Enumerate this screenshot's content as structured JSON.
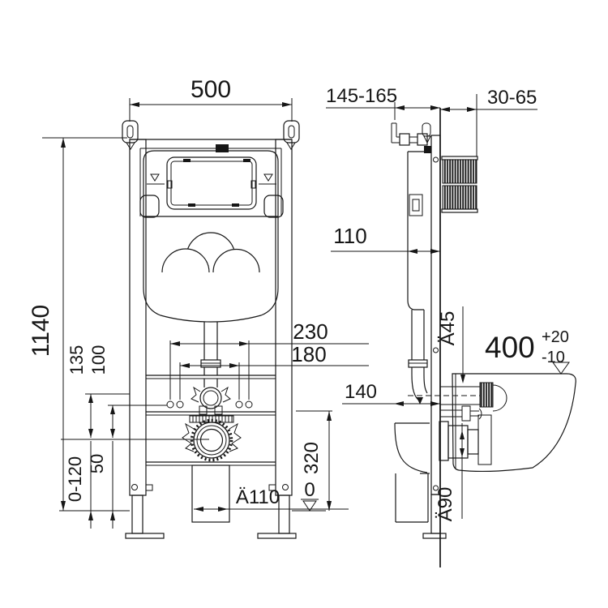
{
  "front_view": {
    "dim_width": "500",
    "dim_height": "1140",
    "dim_bolt_outer": "230",
    "dim_bolt_inner": "180",
    "dim_135": "135",
    "dim_100": "100",
    "dim_floor_range": "0-120",
    "dim_50": "50",
    "dim_outlet_height": "320",
    "dim_drain_dia": "Ä110",
    "level_zero": "0"
  },
  "side_view": {
    "dim_depth_range": "145-165",
    "dim_wall_finish": "30-65",
    "dim_frame_depth": "110",
    "dim_flush_pipe_dia": "Ä45",
    "dim_bowl_projection": "400",
    "tol_plus": "+20",
    "tol_minus": "-10",
    "dim_wall_to_bend": "140",
    "dim_outlet_dia": "Ä90"
  },
  "colors": {
    "line": "#161616",
    "background": "#ffffff"
  }
}
